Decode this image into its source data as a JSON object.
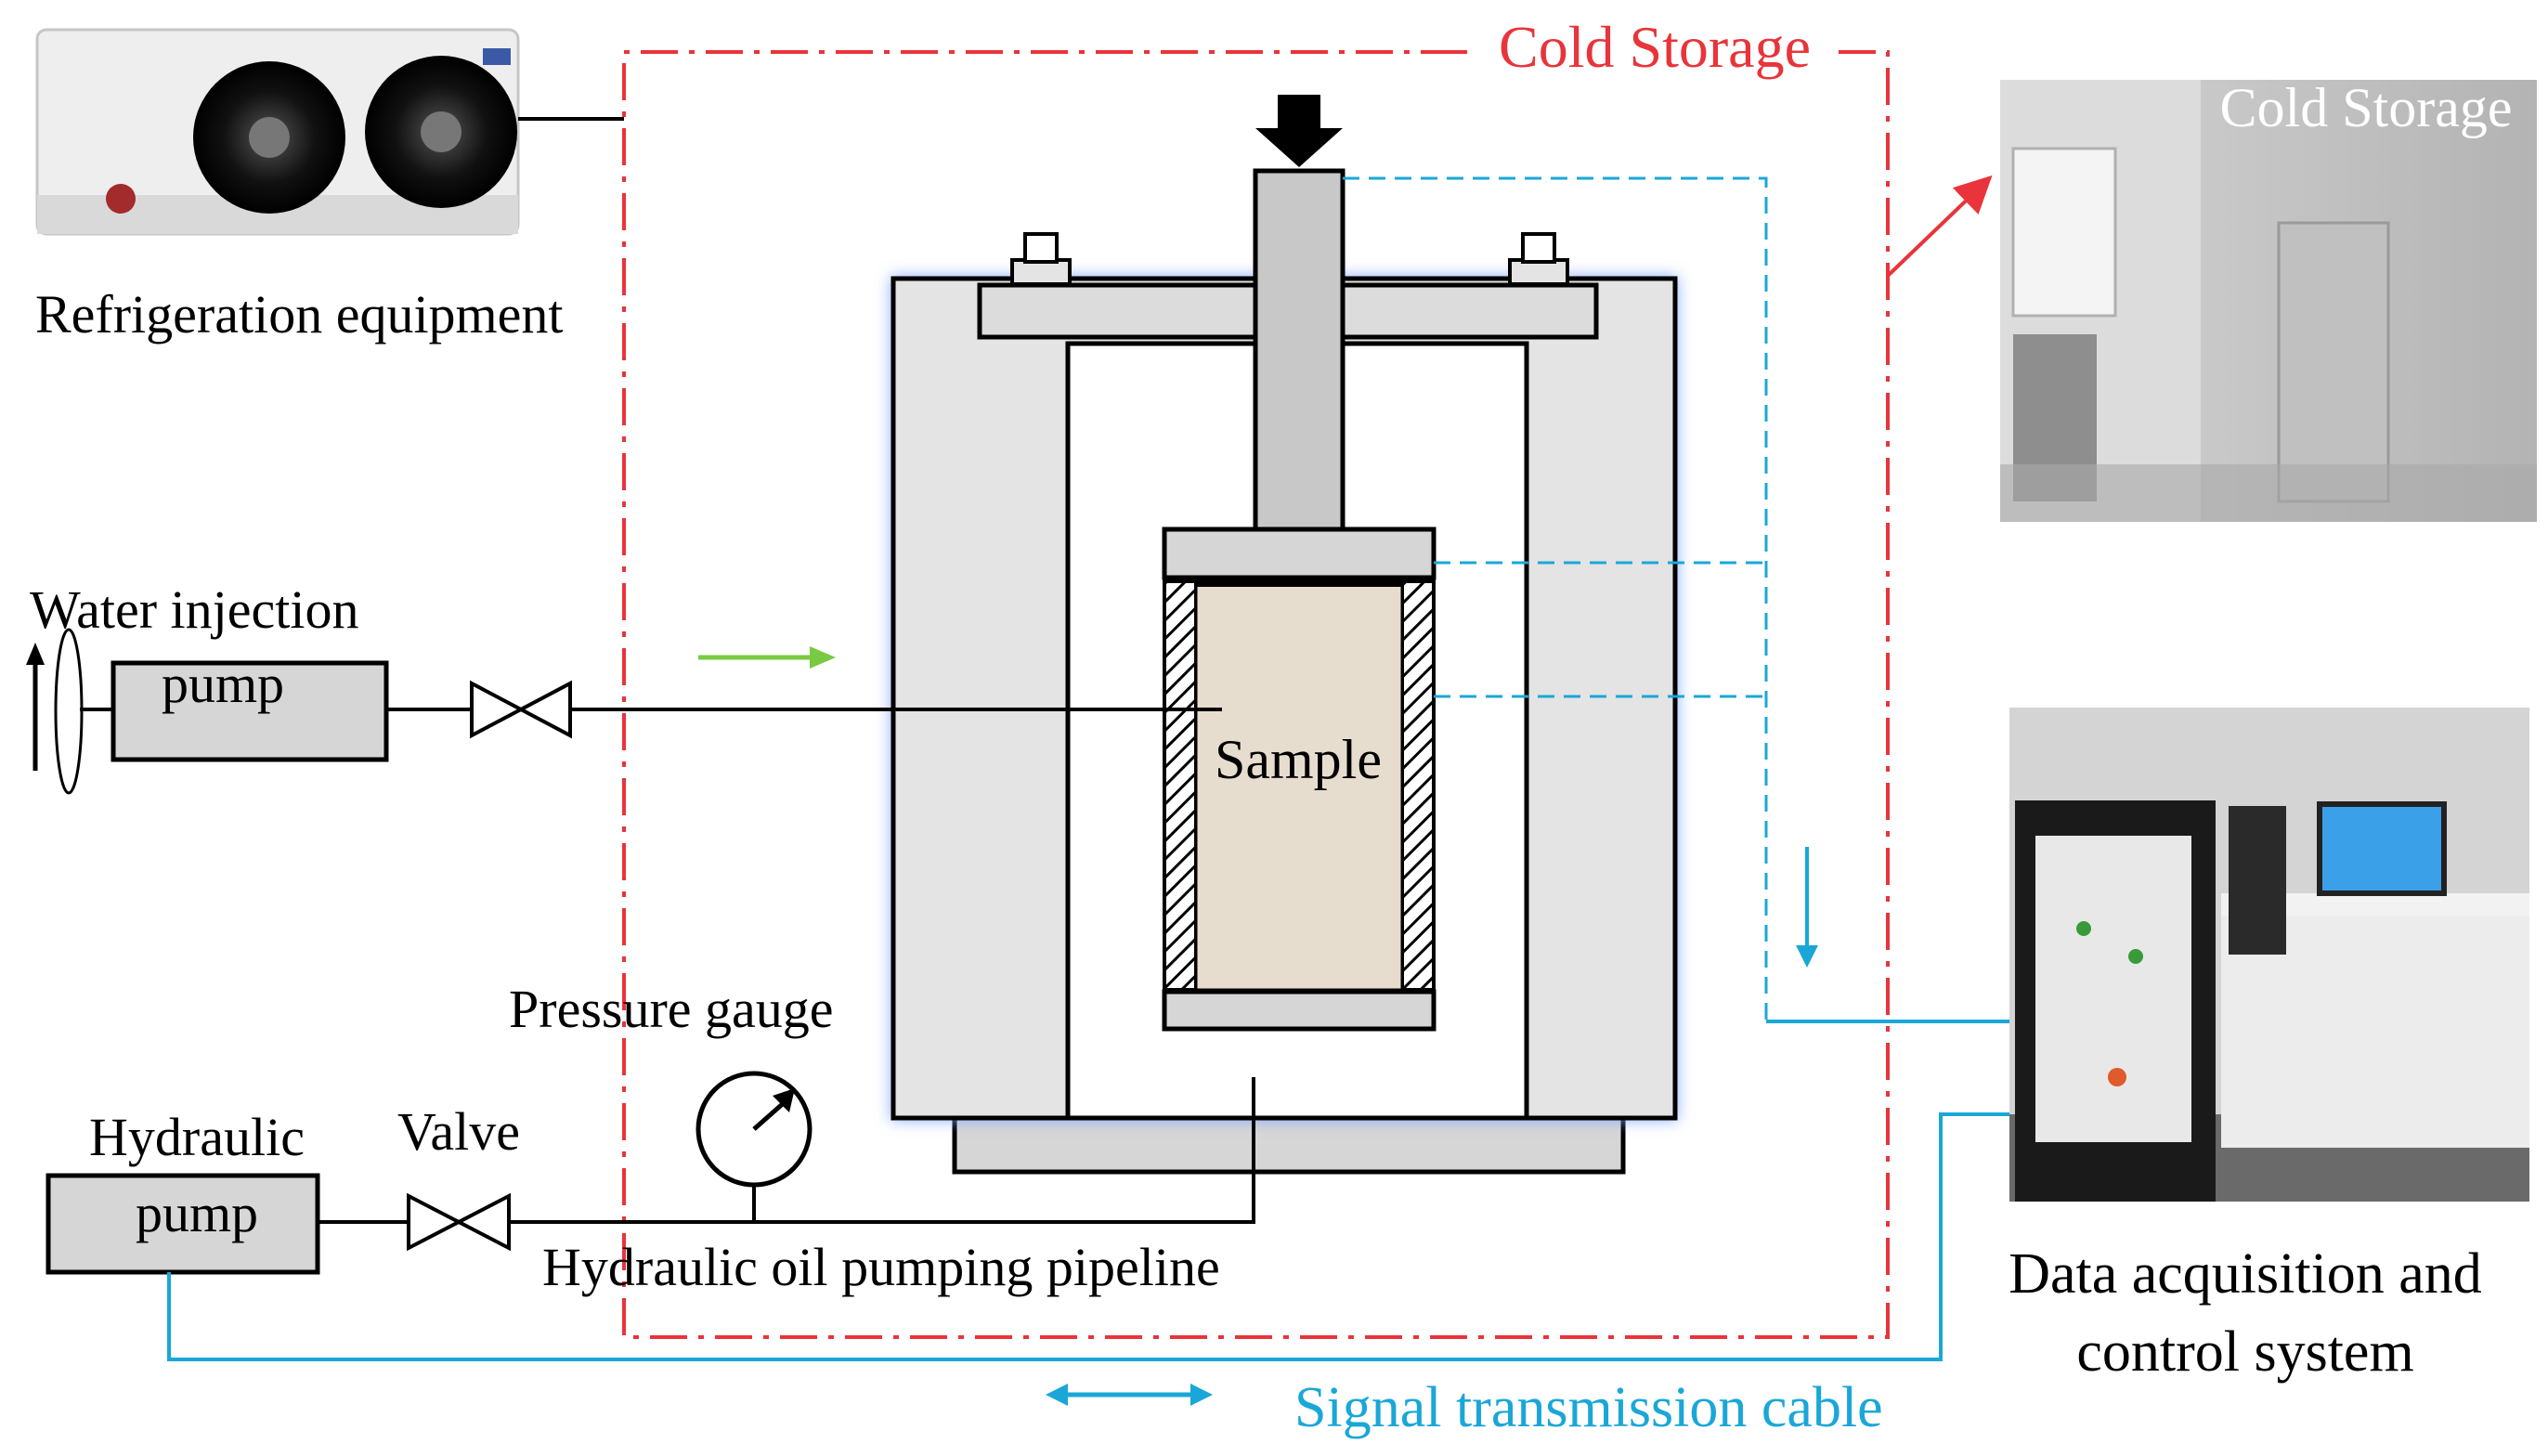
{
  "labels": {
    "cold_storage": "Cold Storage",
    "cold_storage_photo": "Cold Storage",
    "refrigeration": "Refrigeration  equipment",
    "water_injection": "Water injection",
    "water_pump": "pump",
    "sample": "Sample",
    "pressure_gauge": "Pressure gauge",
    "hydraulic": "Hydraulic",
    "hydraulic_pump": "pump",
    "valve": "Valve",
    "oil_pipeline": "Hydraulic  oil pumping pipeline",
    "daq_line1": "Data acquisition and",
    "daq_line2": "control system",
    "signal_cable": "Signal transmission cable"
  },
  "colors": {
    "cold_storage_boundary": "#e8343a",
    "cold_storage_text": "#e8343a",
    "signal_cable": "#1aa7d8",
    "signal_text": "#1aa7d8",
    "flow_arrow": "#7ac943",
    "frame_fill": "#e4e4e4",
    "sample_fill": "#e7ddcf"
  },
  "icons": {
    "load": "down-arrow-icon",
    "valve": "valve-icon",
    "gauge": "pressure-gauge-icon",
    "rotation": "rotation-icon"
  }
}
